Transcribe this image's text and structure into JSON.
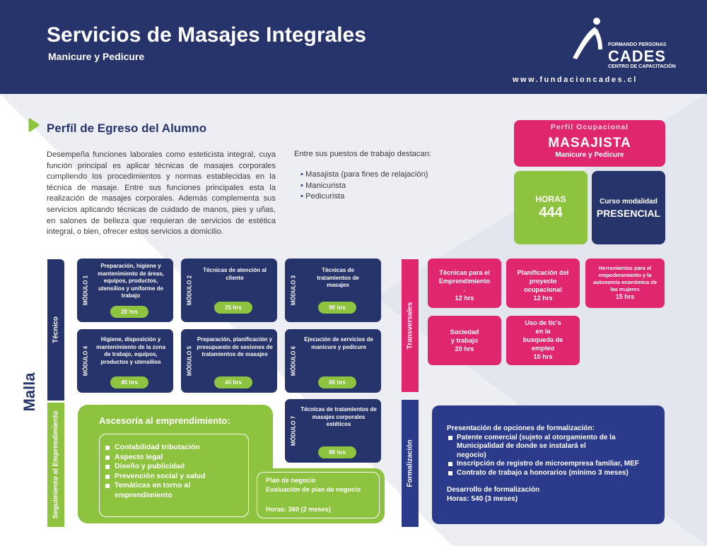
{
  "header": {
    "title": "Servicios de Masajes Integrales",
    "subtitle": "Manicure y Pedicure",
    "logo_line1": "FORMANDO PERSONAS",
    "logo_name": "CADES",
    "logo_line3": "CENTRO DE CAPACITACIÓN",
    "website": "www.fundacioncades.cl"
  },
  "profile": {
    "title": "Perfíl de Egreso del Alumno",
    "description": "Desempeña funciones laborales como esteticista integral, cuya función principal es aplicar técnicas de masajes corporales cumpliendo los procedimientos y normas establecidas en la técnica de masaje. Entre sus funciones principales esta la realización de masajes corporales. Además complementa sus servicios aplicando técnicas de cuidado de manos, pies y uñas, en salones de belleza que requieran de servicios de estética integral, o bien, ofrecer estos servicios a domicilio.",
    "jobs_intro": "Entre sus puestos de trabajo destacan:",
    "jobs": [
      "Masajista (para fines de relajación)",
      "Manicurista",
      "Pedicurista"
    ]
  },
  "occupational": {
    "label": "Perfil Ocupacional",
    "name": "MASAJISTA",
    "sub": "Manicure y Pedicure",
    "hours_label": "HORAS",
    "hours_value": "444",
    "modality_label": "Curso modalidad",
    "modality_value": "PRESENCIAL"
  },
  "malla": {
    "label": "Malla",
    "tecnico": "Técnico",
    "seguimiento": "Seguimiento al Emprendimiento",
    "transversales": "Transversales",
    "formalizacion": "Formalización"
  },
  "modules": [
    {
      "num": "MÓDULO 1",
      "text": "Preparación, higiene y mantenimiento de áreas, equipos, productos, utensilios y uniforme de trabajo",
      "hours": "20 hrs"
    },
    {
      "num": "MÓDULO 2",
      "text": "Técnicas de atención al cliente",
      "hours": "25 hrs"
    },
    {
      "num": "MÓDULO 3",
      "text": "Técnicas de tratamientos de masajes",
      "hours": "90 hrs"
    },
    {
      "num": "MÓDULO 4",
      "text": "Higiene, disposición y mantenimiento de la zona de trabajo, equipos, productos y utensilios",
      "hours": "45 hrs"
    },
    {
      "num": "MÓDULO 5",
      "text": "Preparación, planificación y presupuesto de sesiones de tratamientos de masajes",
      "hours": "40 hrs"
    },
    {
      "num": "MÓDULO 6",
      "text": "Ejecución de servicios de manicure y pedicure",
      "hours": "65 hrs"
    },
    {
      "num": "MÓDULO 7",
      "text": "Técnicas de tratamientos de masajes corporales estéticos",
      "hours": "90 hrs"
    }
  ],
  "transversal": [
    {
      "text": "Técnicas para el Emprendimiento .",
      "hours": "12 hrs"
    },
    {
      "text": "Planificación del proyecto ocupacional",
      "hours": "12 hrs"
    },
    {
      "text": "Herramientas para el empoderamiento y la autonomía económica de las mujeres",
      "hours": "15 hrs"
    },
    {
      "text": "Sociedad y trabajo",
      "hours": "20 hrs"
    },
    {
      "text": "Uso de tic's en la busqueda de empleo",
      "hours": "10 hrs"
    }
  ],
  "asesoria": {
    "title": "Ascesoría al emprendimiento:",
    "items": [
      "Contabilidad tributación",
      "Aspecto legal",
      "Diseño y publicidad",
      "Prevención social y salud",
      "Temáticas en torno al emprendimiento"
    ],
    "plan_line1": "Plan de negocio",
    "plan_line2": "Evaluación de plan de negocio",
    "plan_hours": "Horas: 360 (2 meses)"
  },
  "formalizacion": {
    "intro": "Presentación de opciones de formalización:",
    "items": [
      "Patente comercial (sujeto al otorgamiento de la Municipalidad de donde se instalará el negocio)",
      "Inscripción de registro de microempresa familiar, MEF",
      "Contrato de trabajo a honorarios (mínimo 3 meses)"
    ],
    "dev": "Desarrollo de formalización",
    "hours": "Horas: 540 (3 meses)"
  },
  "colors": {
    "navy": "#27336b",
    "pink": "#e0266f",
    "green": "#8dc33e",
    "blue": "#2c3a8c"
  }
}
